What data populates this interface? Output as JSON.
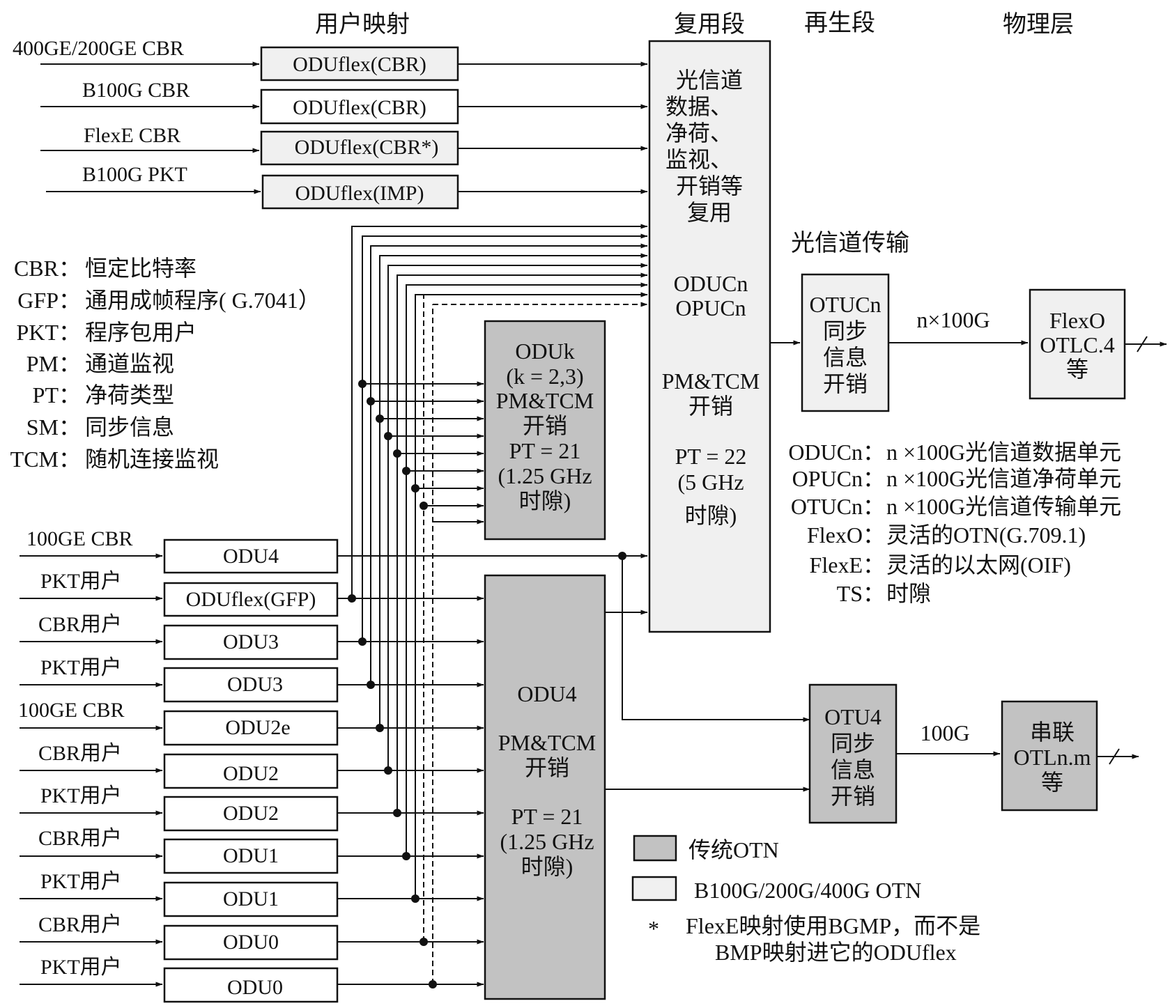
{
  "colors": {
    "light": "#f0f0f0",
    "gray": "#c2c2c2",
    "white": "#ffffff",
    "line": "#111111"
  },
  "headers": {
    "client_mapping": "用户映射",
    "multiplex_section": "复用段",
    "regen_section": "再生段",
    "physical_layer": "物理层",
    "och_transport": "光信道传输"
  },
  "top_clients": [
    {
      "input": "400GE/200GE CBR",
      "container": "ODUflex(CBR)"
    },
    {
      "input": "B100G CBR",
      "container": "ODUflex(CBR)"
    },
    {
      "input": "FlexE CBR",
      "container": "ODUflex(CBR*)"
    },
    {
      "input": "B100G PKT",
      "container": "ODUflex(IMP)"
    }
  ],
  "bottom_clients": [
    {
      "input": "100GE CBR",
      "container": "ODU4"
    },
    {
      "input": "PKT用户",
      "container": "ODUflex(GFP)"
    },
    {
      "input": "CBR用户",
      "container": "ODU3"
    },
    {
      "input": "PKT用户",
      "container": "ODU3"
    },
    {
      "input": "100GE CBR",
      "container": "ODU2e"
    },
    {
      "input": "CBR用户",
      "container": "ODU2"
    },
    {
      "input": "PKT用户",
      "container": "ODU2"
    },
    {
      "input": "CBR用户",
      "container": "ODU1"
    },
    {
      "input": "PKT用户",
      "container": "ODU1"
    },
    {
      "input": "CBR用户",
      "container": "ODU0"
    },
    {
      "input": "PKT用户",
      "container": "ODU0"
    }
  ],
  "abbreviations": [
    {
      "key": "CBR：",
      "desc": "恒定比特率"
    },
    {
      "key": "GFP：",
      "desc": "通用成帧程序( G.7041）"
    },
    {
      "key": "PKT：",
      "desc": "程序包用户"
    },
    {
      "key": "PM：",
      "desc": "通道监视"
    },
    {
      "key": "PT：",
      "desc": "净荷类型"
    },
    {
      "key": "SM：",
      "desc": "同步信息"
    },
    {
      "key": "TCM：",
      "desc": "随机连接监视"
    }
  ],
  "oduk_box": {
    "title": "ODUk",
    "k": "(k = 2,3)",
    "oh1": "PM&TCM",
    "oh2": "开销",
    "pt": "PT = 21",
    "ts1": "(1.25 GHz",
    "ts2": "时隙)"
  },
  "odu4_box": {
    "title": "ODU4",
    "oh1": "PM&TCM",
    "oh2": "开销",
    "pt": "PT = 21",
    "ts1": "(1.25 GHz",
    "ts2": "时隙)"
  },
  "mux_box": {
    "d1": "光信道",
    "d2": "数据、",
    "d3": "净荷、",
    "d4": "监视、",
    "d5": "开销等",
    "d6": "复用",
    "oduc": "ODUCn",
    "opuc": "OPUCn",
    "oh1": "PM&TCM",
    "oh2": "开销",
    "pt": "PT = 22",
    "ts1": "(5 GHz",
    "ts2": "时隙)"
  },
  "otucn_box": {
    "l1": "OTUCn",
    "l2": "同步",
    "l3": "信息",
    "l4": "开销"
  },
  "otu4_box": {
    "l1": "OTU4",
    "l2": "同步",
    "l3": "信息",
    "l4": "开销"
  },
  "flexo_box": {
    "l1": "FlexO",
    "l2": "OTLC.4",
    "l3": "等"
  },
  "serial_box": {
    "l1": "串联",
    "l2": "OTLn.m",
    "l3": "等"
  },
  "rates": {
    "otucn": "n×100G",
    "otu4": "100G"
  },
  "definitions": [
    {
      "key": "ODUCn：",
      "desc": "n ×100G光信道数据单元"
    },
    {
      "key": "OPUCn：",
      "desc": "n ×100G光信道净荷单元"
    },
    {
      "key": "OTUCn：",
      "desc": "n ×100G光信道传输单元"
    },
    {
      "key": "FlexO：",
      "desc": "灵活的OTN(G.709.1)"
    },
    {
      "key": "FlexE：",
      "desc": "灵活的以太网(OIF)"
    },
    {
      "key": "TS：",
      "desc": "时隙"
    }
  ],
  "legend": {
    "legacy": "传统OTN",
    "beyond": "B100G/200G/400G  OTN",
    "note_star": "*",
    "note1": "FlexE映射使用BGMP，而不是",
    "note2": "BMP映射进它的ODUflex"
  }
}
